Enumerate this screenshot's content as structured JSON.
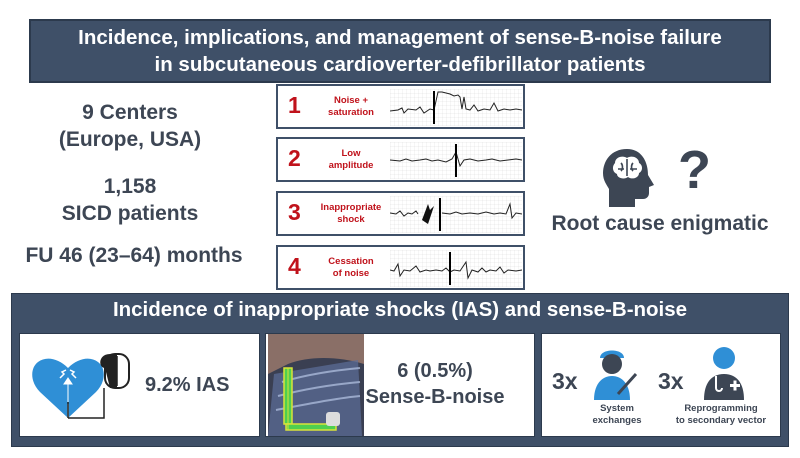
{
  "header": {
    "line1": "Incidence, implications, and management of sense-B-noise failure",
    "line2": "in subcutaneous cardioverter-defibrillator patients"
  },
  "stats": {
    "centers_line1": "9 Centers",
    "centers_line2": "(Europe, USA)",
    "patients_line1": "1,158",
    "patients_line2": "SICD patients",
    "followup": "FU 46 (23–64) months"
  },
  "steps": [
    {
      "number": "1",
      "label_line1": "Noise +",
      "label_line2": "saturation"
    },
    {
      "number": "2",
      "label_line1": "Low",
      "label_line2": "amplitude"
    },
    {
      "number": "3",
      "label_line1": "Inappropriate",
      "label_line2": "shock"
    },
    {
      "number": "4",
      "label_line1": "Cessation",
      "label_line2": "of noise"
    }
  ],
  "right": {
    "question_mark": "?",
    "root_cause": "Root cause enigmatic",
    "icons": [
      "brain-head-icon",
      "question-mark-icon"
    ]
  },
  "panel": {
    "title": "Incidence of inappropriate shocks (IAS) and sense-B-noise",
    "ias_text": "9.2% IAS",
    "sbn_line1": "6 (0.5%)",
    "sbn_line2": "Sense-B-noise",
    "system_count": "3x",
    "system_label_line1": "System",
    "system_label_line2": "exchanges",
    "reprog_count": "3x",
    "reprog_label_line1": "Reprogramming",
    "reprog_label_line2": "to secondary vector"
  },
  "colors": {
    "navy": "#3f5068",
    "dark_text": "#3d4654",
    "red": "#c0121b",
    "heart_blue": "#2f8fd6"
  }
}
